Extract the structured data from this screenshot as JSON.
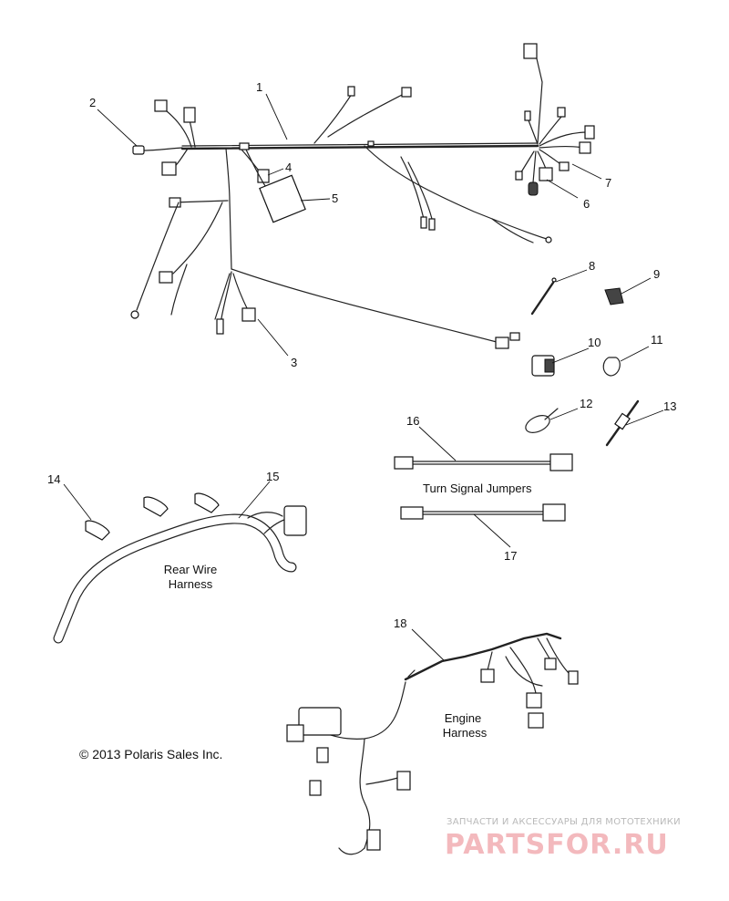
{
  "callouts": [
    "1",
    "2",
    "3",
    "4",
    "5",
    "6",
    "7",
    "8",
    "9",
    "10",
    "11",
    "12",
    "13",
    "14",
    "15",
    "16",
    "17",
    "18"
  ],
  "captions": {
    "turn_signal": "Turn Signal Jumpers",
    "rear_line1": "Rear Wire",
    "rear_line2": "Harness",
    "engine_line1": "Engine",
    "engine_line2": "Harness"
  },
  "copyright": "© 2013 Polaris Sales Inc.",
  "watermark": {
    "tagline": "ЗАПЧАСТИ И АКСЕССУАРЫ ДЛЯ МОТОТЕХНИКИ",
    "brand": "PARTSFOR.RU",
    "color": "#f3b9bd"
  }
}
